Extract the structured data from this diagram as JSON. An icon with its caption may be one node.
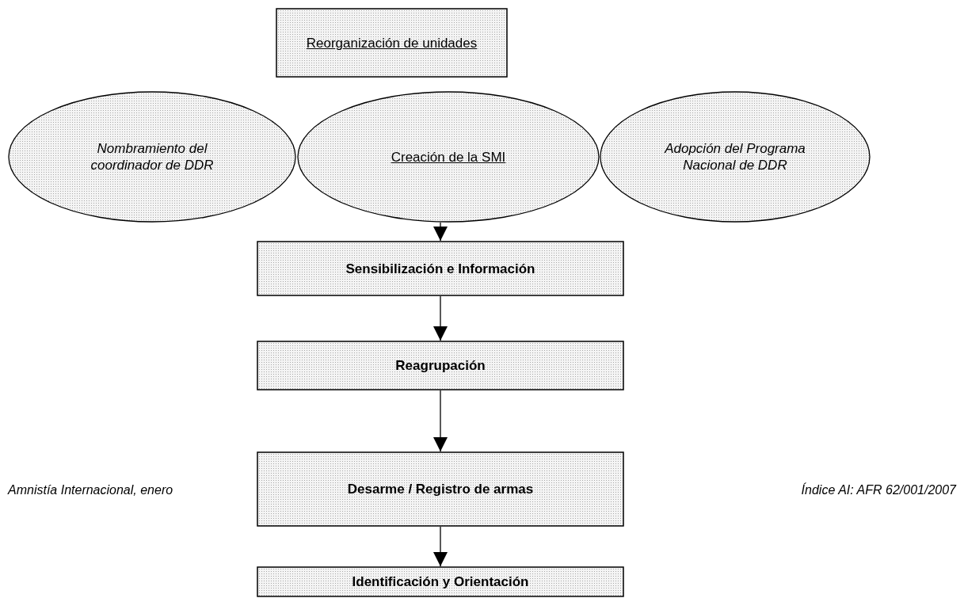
{
  "diagram": {
    "nodes": [
      {
        "text": [
          "Reorganización de unidades"
        ]
      },
      {
        "text": [
          "Nombramiento del coordinador de DDR"
        ]
      },
      {
        "text": [
          "Creación de la SMI"
        ]
      },
      {
        "text": [
          "Adopción del Programa Nacional de DDR"
        ]
      },
      {
        "text": [
          "Sensibilización e Información"
        ]
      },
      {
        "text": [
          "Reagrupación"
        ]
      },
      {
        "text": [
          "Desarme / Registro de armas"
        ]
      },
      {
        "text": [
          "Identificación y Orientación"
        ]
      }
    ],
    "edges": [
      {
        "from": 2,
        "to": 4,
        "arrow": "to"
      },
      {
        "from": 4,
        "to": 5,
        "arrow": "to"
      },
      {
        "from": 5,
        "to": 6,
        "arrow": "to"
      },
      {
        "from": 6,
        "to": 7,
        "arrow": "to"
      }
    ],
    "labels": [
      "Amnistía Internacional, enero",
      "Índice AI: AFR 62/001/2007"
    ]
  }
}
